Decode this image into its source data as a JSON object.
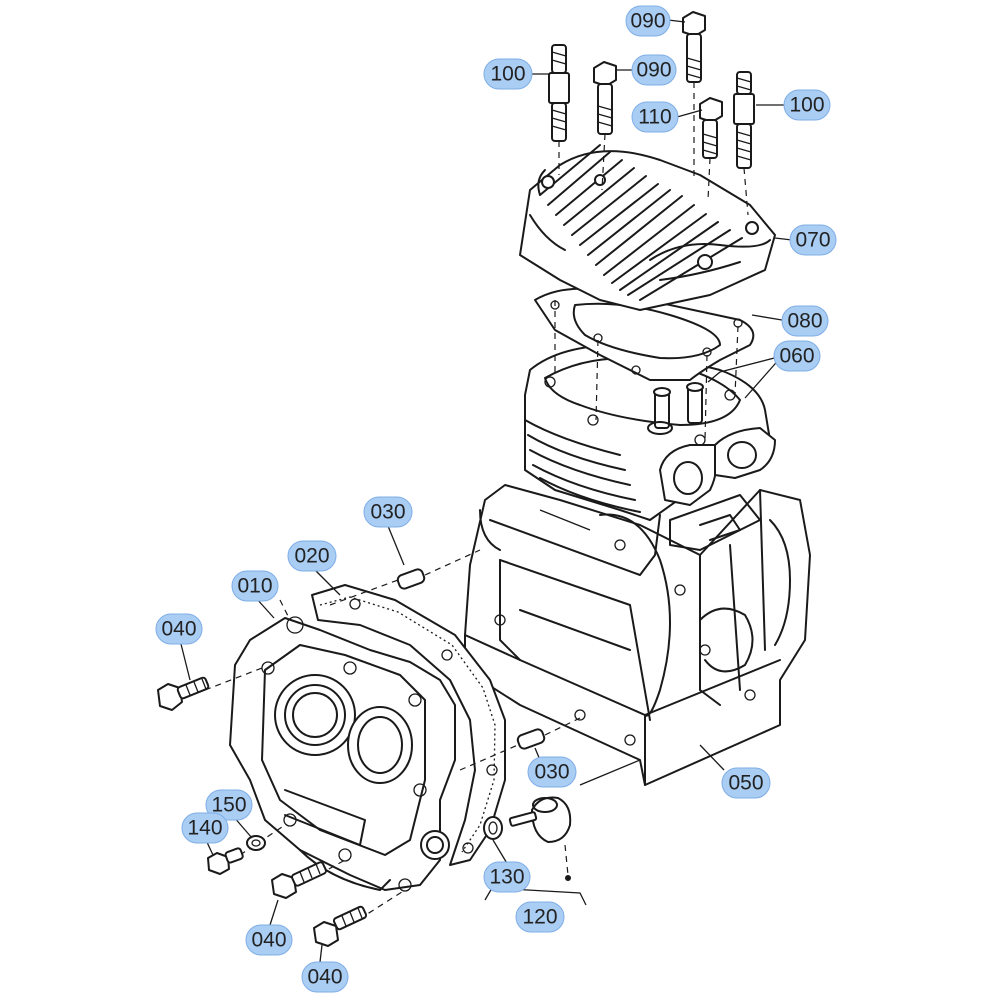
{
  "callouts": {
    "c090_top": "090",
    "c100_left": "100",
    "c090_mid": "090",
    "c110": "110",
    "c100_right": "100",
    "c070": "070",
    "c080": "080",
    "c060": "060",
    "c030_top": "030",
    "c020": "020",
    "c010": "010",
    "c040_left": "040",
    "c050": "050",
    "c030_bottom": "030",
    "c150": "150",
    "c140": "140",
    "c130": "130",
    "c120": "120",
    "c040_bottom1": "040",
    "c040_bottom2": "040"
  },
  "colors": {
    "callout_fill": "#a9cdf3",
    "line": "#1a1a1a"
  }
}
